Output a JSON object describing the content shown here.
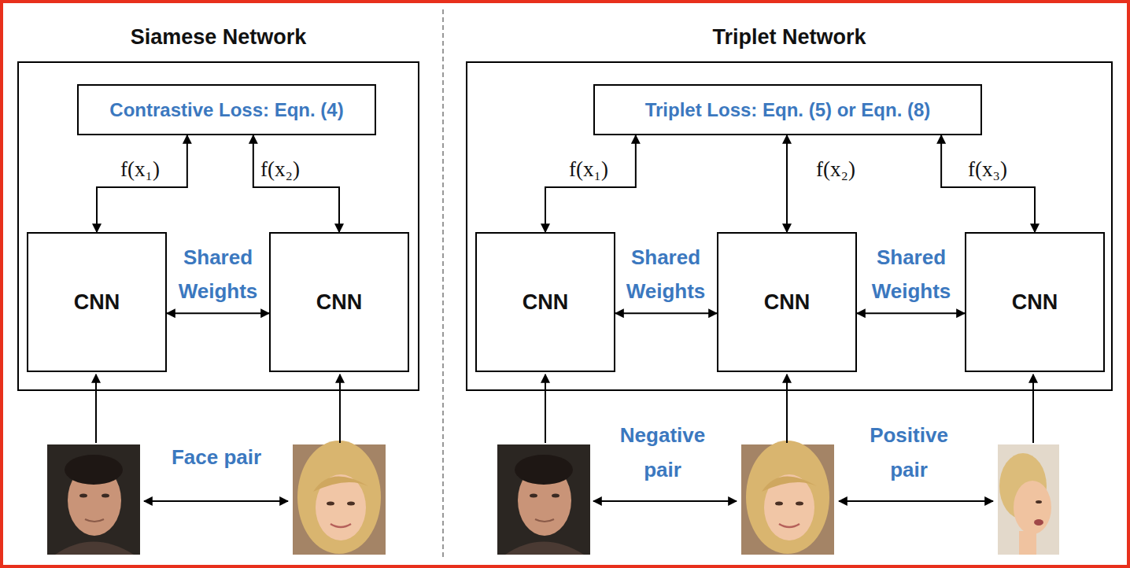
{
  "diagram": {
    "nodes": [
      {
        "text": [
          "Siamese Network"
        ]
      },
      {
        "text": [
          "Contrastive Loss: Eqn. (4)"
        ],
        "in": 0
      },
      {
        "text": [
          "CNN"
        ],
        "in": 0
      },
      {
        "text": [
          "CNN"
        ],
        "in": 0
      },
      {
        "text": [
          "Triplet Network"
        ]
      },
      {
        "text": [
          "Triplet Loss: Eqn. (5) or Eqn. (8)"
        ],
        "in": 4
      },
      {
        "text": [
          "CNN"
        ],
        "in": 4
      },
      {
        "text": [
          "CNN"
        ],
        "in": 4
      },
      {
        "text": [
          "CNN"
        ],
        "in": 4
      }
    ],
    "edges": [
      {
        "from": 2,
        "to": 1,
        "label": "f(x₁)",
        "arrow": "both"
      },
      {
        "from": 3,
        "to": 1,
        "label": "f(x₂)",
        "arrow": "both"
      },
      {
        "from": 2,
        "to": 3,
        "label": "Shared Weights",
        "arrow": "both"
      },
      {
        "from": 6,
        "to": 5,
        "label": "f(x₁)",
        "arrow": "both"
      },
      {
        "from": 7,
        "to": 5,
        "label": "f(x₂)",
        "arrow": "both"
      },
      {
        "from": 8,
        "to": 5,
        "label": "f(x₃)",
        "arrow": "both"
      },
      {
        "from": 6,
        "to": 7,
        "label": "Shared Weights",
        "arrow": "both"
      },
      {
        "from": 7,
        "to": 8,
        "label": "Shared Weights",
        "arrow": "both"
      }
    ],
    "labels": [
      "Face pair",
      "Negative pair",
      "Positive pair"
    ]
  }
}
